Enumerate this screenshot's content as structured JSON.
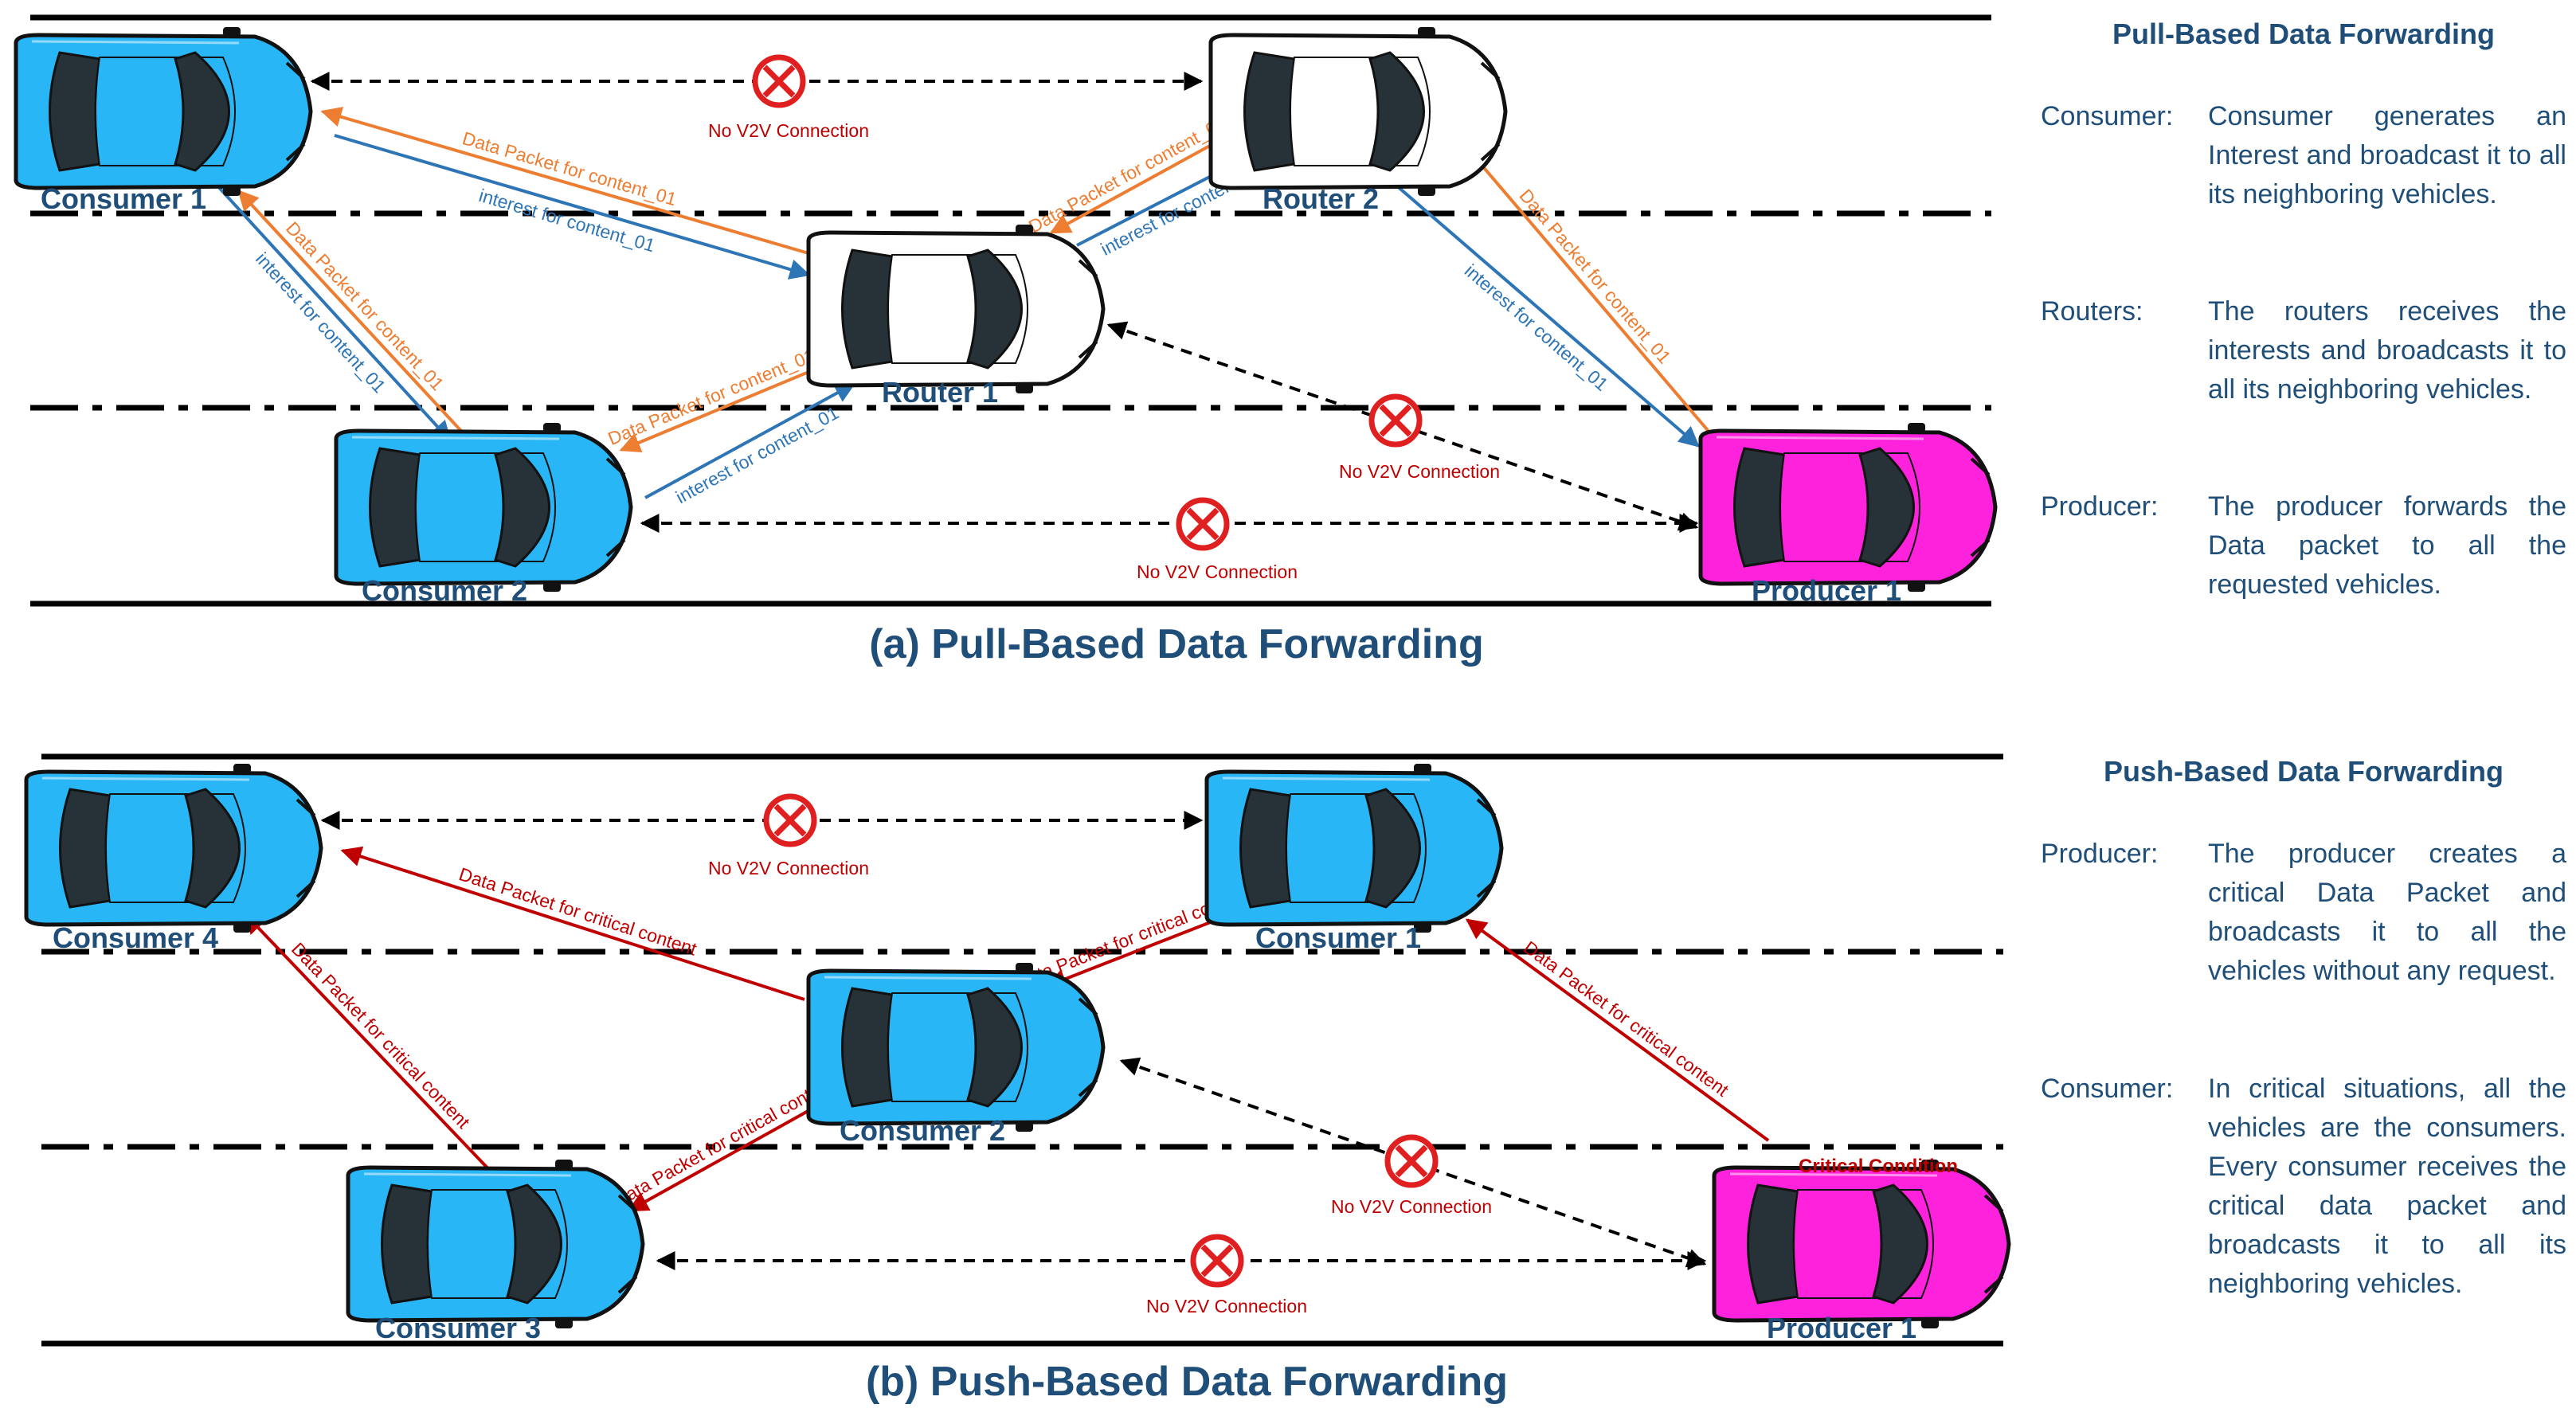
{
  "figures": [
    {
      "caption": "(a) Pull-Based Data Forwarding",
      "panel_title": "Pull-Based Data Forwarding",
      "vehicles": [
        {
          "id": "consumer1",
          "label": "Consumer 1",
          "role": "consumer",
          "color": "#29b6f6"
        },
        {
          "id": "router2",
          "label": "Router 2",
          "role": "router",
          "color": "#ffffff"
        },
        {
          "id": "router1",
          "label": "Router 1",
          "role": "router",
          "color": "#ffffff"
        },
        {
          "id": "consumer2",
          "label": "Consumer 2",
          "role": "consumer",
          "color": "#29b6f6"
        },
        {
          "id": "producer1",
          "label": "Producer 1",
          "role": "producer",
          "color": "#ff22dd"
        }
      ],
      "arrows": [
        {
          "label": "Data Packet for content_01",
          "color": "#ed7d31"
        },
        {
          "label": "interest for content_01",
          "color": "#2e75b6"
        },
        {
          "label": "Data Packet for content_01",
          "color": "#ed7d31"
        },
        {
          "label": "interest for content_01",
          "color": "#2e75b6"
        },
        {
          "label": "Data Packet for content_01",
          "color": "#ed7d31"
        },
        {
          "label": "interest for content_01",
          "color": "#2e75b6"
        },
        {
          "label": "Data Packet for content_01",
          "color": "#ed7d31"
        },
        {
          "label": "interest for content_01",
          "color": "#2e75b6"
        },
        {
          "label": "Data Packet for content_01",
          "color": "#ed7d31"
        },
        {
          "label": "interest for content_01",
          "color": "#2e75b6"
        }
      ],
      "no_connection_labels": [
        "No V2V Connection",
        "No V2V Connection",
        "No V2V  Connection"
      ],
      "descriptions": [
        {
          "term": "Consumer:",
          "text": "Consumer generates an Interest and broadcast it to all its neighboring vehicles."
        },
        {
          "term": "Routers:",
          "text": "The routers receives the interests and broadcasts it to all its neighboring vehicles."
        },
        {
          "term": "Producer:",
          "text": "The producer forwards the Data packet to all the requested vehicles."
        }
      ]
    },
    {
      "caption": "(b) Push-Based Data Forwarding",
      "panel_title": "Push-Based Data Forwarding",
      "vehicles": [
        {
          "id": "consumer4",
          "label": "Consumer 4",
          "role": "consumer",
          "color": "#29b6f6"
        },
        {
          "id": "consumer1",
          "label": "Consumer 1",
          "role": "consumer",
          "color": "#29b6f6"
        },
        {
          "id": "consumer2",
          "label": "Consumer 2",
          "role": "consumer",
          "color": "#29b6f6"
        },
        {
          "id": "consumer3",
          "label": "Consumer 3",
          "role": "consumer",
          "color": "#29b6f6"
        },
        {
          "id": "producer1",
          "label": "Producer 1",
          "role": "producer",
          "color": "#ff22dd"
        }
      ],
      "arrows": [
        {
          "label": "Data Packet for critical content",
          "color": "#c00000"
        },
        {
          "label": "Data Packet for critical content",
          "color": "#c00000"
        },
        {
          "label": "Data Packet for critical content",
          "color": "#c00000"
        },
        {
          "label": "Data Packet for critical content",
          "color": "#c00000"
        },
        {
          "label": "Data Packet for critical content",
          "color": "#c00000"
        }
      ],
      "no_connection_labels": [
        "No V2V Connection",
        "No V2V Connection",
        "No V2V Connection"
      ],
      "critical_condition_label": "Critical Condition",
      "descriptions": [
        {
          "term": "Producer:",
          "text": "The producer creates a critical Data Packet and broadcasts it to all the vehicles without any request."
        },
        {
          "term": "Consumer:",
          "text": "In critical situations, all the vehicles are the consumers. Every consumer receives the critical data packet and broadcasts it to all its neighboring vehicles."
        }
      ]
    }
  ],
  "colors": {
    "label_blue": "#1f4e79",
    "road_black": "#000000",
    "no_connection_red": "#e02020",
    "consumer_car": "#29b6f6",
    "producer_car": "#ff22dd",
    "router_car": "#ffffff"
  }
}
